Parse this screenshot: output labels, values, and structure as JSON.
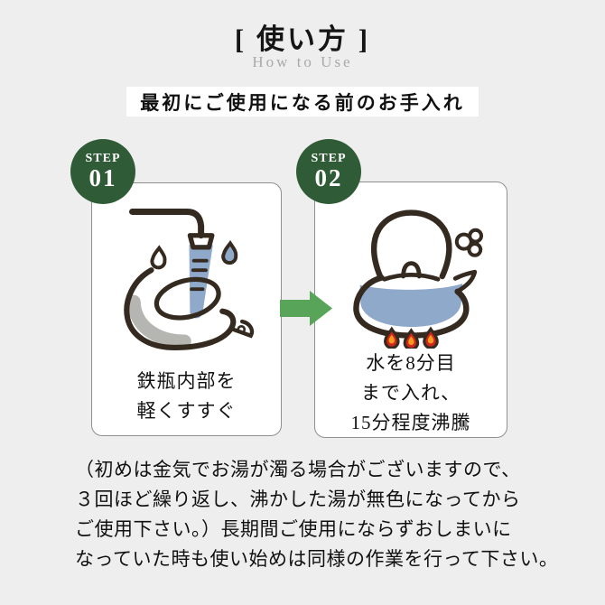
{
  "header": {
    "title": "[ 使い方 ]",
    "subtitle": "How to Use"
  },
  "banner": {
    "text": "最初にご使用になる前のお手入れ",
    "background": "#ffffff",
    "text_color": "#111111"
  },
  "steps": [
    {
      "badge_label": "STEP",
      "badge_number": "01",
      "illustration": "rinse-kettle-under-faucet",
      "caption_lines": [
        "鉄瓶内部を",
        "軽くすすぐ"
      ]
    },
    {
      "badge_label": "STEP",
      "badge_number": "02",
      "illustration": "kettle-boiling-on-flame",
      "caption_lines": [
        "水を8分目",
        "まで入れ、",
        "15分程度沸騰"
      ]
    }
  ],
  "arrow": {
    "direction": "right",
    "color": "#58a559"
  },
  "care_note": {
    "lines": [
      "（初めは金気でお湯が濁る場合がございますので、",
      "３回ほど繰り返し、沸かした湯が無色になってから",
      "ご使用下さい。）長期間ご使用にならずおしまいに",
      "なっていた時も使い始めは同様の作業を行って下さい。"
    ]
  },
  "colors": {
    "page_background": "#eeeeee",
    "badge_green": "#2f5c36",
    "arrow_green": "#58a559",
    "water_blue": "#8fa9cb",
    "kettle_gray": "#b5b5b2",
    "outline_dark": "#352a20",
    "flame_red": "#d1261c",
    "flame_orange": "#f49b1f",
    "subtitle_gray": "#a9a9a9"
  }
}
